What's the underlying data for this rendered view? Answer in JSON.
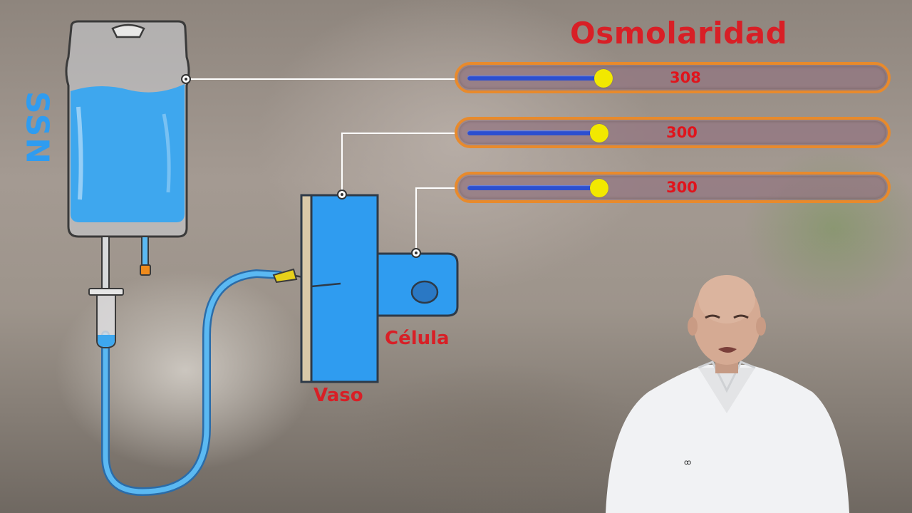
{
  "title": "Osmolaridad",
  "bag_label": "SSN",
  "vessel_label": "Vaso",
  "cell_label": "Célula",
  "sliders": [
    {
      "id": "bag",
      "value": "308",
      "level": 0.33
    },
    {
      "id": "vessel",
      "value": "300",
      "level": 0.32
    },
    {
      "id": "cell",
      "value": "300",
      "level": 0.32
    }
  ],
  "colors": {
    "title": "#d81f26",
    "ssn": "#2f9cf0",
    "fluid": "#3ea7ee",
    "slider_border": "#e88a2c",
    "knob": "#f2e800",
    "track": "#2c4fd0"
  }
}
